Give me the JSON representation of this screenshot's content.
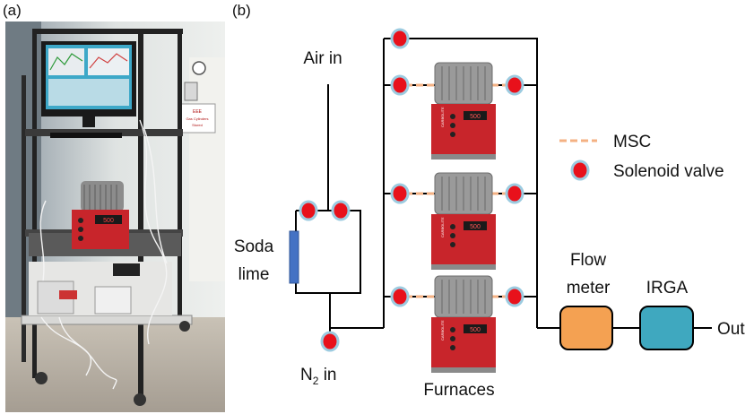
{
  "panels": {
    "a": "(a)",
    "b": "(b)"
  },
  "photo": {
    "monitor_reading": "500",
    "sign_line1": "EEE",
    "sign_line2": "Gas Cylinders",
    "sign_line3": "Stored"
  },
  "diagram": {
    "air_in": "Air in",
    "soda_lime_line1": "Soda",
    "soda_lime_line2": "lime",
    "n2_in_prefix": "N",
    "n2_in_sub": "2",
    "n2_in_suffix": " in",
    "furnaces": "Furnaces",
    "furnace_display": "500",
    "furnace_brand": "CARBOLITE",
    "flow_meter_line1": "Flow",
    "flow_meter_line2": "meter",
    "irga": "IRGA",
    "out": "Out",
    "legend": {
      "msc": "MSC",
      "solenoid_valve": "Solenoid valve"
    }
  },
  "colors": {
    "valve_fill": "#e8111b",
    "valve_ring": "#9ccbe0",
    "msc_dash": "#f4b183",
    "soda_lime": "#4472c4",
    "flow_meter": "#f4a152",
    "irga": "#3fa8bf",
    "furnace_red": "#c8252b"
  }
}
